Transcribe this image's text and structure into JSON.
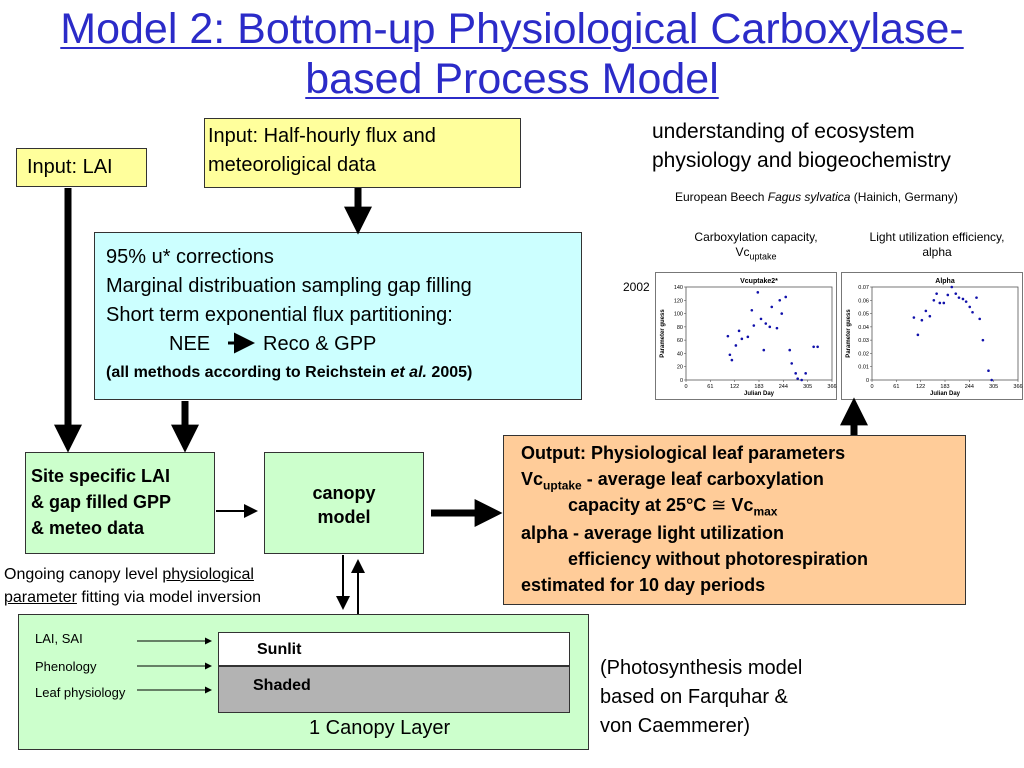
{
  "title_line1": "Model 2: Bottom-up Physiological Carboxylase-",
  "title_line2": "based Process Model",
  "understanding_line1": "understanding of ecosystem",
  "understanding_line2": "physiology and biogeochemistry",
  "input_lai": "Input: LAI",
  "input_flux_line1": "Input: Half-hourly flux and",
  "input_flux_line2": "meteoroligical data",
  "processing": {
    "line1": "95% u* corrections",
    "line2": "Marginal distribuation sampling gap filling",
    "line3": "Short term exponential flux partitioning:",
    "nee": "NEE",
    "reco": "Reco & GPP",
    "ref_prefix": "(all methods according to Reichstein",
    "ref_italic": "et al.",
    "ref_suffix": "2005)"
  },
  "site_line1": "Site specific LAI",
  "site_line2": "& gap filled GPP",
  "site_line3": "& meteo data",
  "canopy_line1": "canopy",
  "canopy_line2": "model",
  "output": {
    "line1": "Output: Physiological leaf parameters",
    "vc": "Vc",
    "vc_sub": "uptake",
    "vc_rest": " - average leaf carboxylation",
    "cap": "capacity at 25°C",
    "approx": "≅",
    "vc2": "Vc",
    "vc2_sub": "max",
    "alpha": "alpha - average light utilization",
    "eff": "efficiency without photorespiration",
    "est": "estimated for 10 day periods"
  },
  "ongoing_prefix": "Ongoing canopy level ",
  "ongoing_u1": "physiological",
  "ongoing_u2": "parameter",
  "ongoing_suffix": " fitting via model inversion",
  "inputs_list": [
    "LAI, SAI",
    "Phenology",
    "Leaf physiology"
  ],
  "sunlit": "Sunlit",
  "shaded": "Shaded",
  "canopy_layer": "1 Canopy Layer",
  "photo_line1": "(Photosynthesis model",
  "photo_line2": "based on Farquhar &",
  "photo_line3": "von Caemmerer)",
  "beech_prefix": "European Beech ",
  "beech_italic": "Fagus sylvatica",
  "beech_suffix": " (Hainich, Germany)",
  "col1_line1": "Carboxylation capacity,",
  "col1_vc": "Vc",
  "col1_sub": "uptake",
  "col2_line1": "Light utilization efficiency,",
  "col2_line2": "alpha",
  "year": "2002",
  "colors": {
    "title": "#2b2bc8",
    "yellow": "#ffff9c",
    "cyan": "#ccffff",
    "green": "#ccffcc",
    "orange": "#ffcc99",
    "shaded": "#b3b3b3",
    "points": "#1010aa"
  },
  "chart_data": [
    {
      "type": "scatter",
      "title": "Vcuptake2*",
      "xlabel": "Julian Day",
      "ylabel": "Parameter guess",
      "xlim": [
        0,
        366
      ],
      "ylim": [
        0,
        140
      ],
      "xticks": [
        "0",
        "61",
        "122",
        "183",
        "244",
        "305",
        "366"
      ],
      "yticks": [
        "0",
        "20",
        "40",
        "60",
        "80",
        "100",
        "120",
        "140"
      ],
      "x": [
        105,
        110,
        115,
        125,
        133,
        140,
        155,
        165,
        170,
        180,
        188,
        195,
        200,
        210,
        215,
        228,
        235,
        240,
        250,
        260,
        265,
        275,
        280,
        290,
        300,
        320,
        330
      ],
      "y": [
        66,
        38,
        30,
        52,
        74,
        62,
        65,
        105,
        82,
        132,
        92,
        45,
        85,
        80,
        110,
        78,
        120,
        100,
        125,
        45,
        25,
        10,
        2,
        0,
        10,
        50,
        50
      ]
    },
    {
      "type": "scatter",
      "title": "Alpha",
      "xlabel": "Julian Day",
      "ylabel": "Parameter guess",
      "xlim": [
        0,
        366
      ],
      "ylim": [
        0,
        0.07
      ],
      "xticks": [
        "0",
        "61",
        "122",
        "183",
        "244",
        "305",
        "366"
      ],
      "yticks": [
        "0",
        "0.01",
        "0.02",
        "0.03",
        "0.04",
        "0.05",
        "0.06",
        "0.07"
      ],
      "x": [
        105,
        115,
        125,
        135,
        145,
        155,
        162,
        170,
        180,
        190,
        200,
        210,
        218,
        228,
        236,
        245,
        252,
        262,
        270,
        278,
        292,
        300
      ],
      "y": [
        0.047,
        0.034,
        0.045,
        0.052,
        0.048,
        0.06,
        0.065,
        0.058,
        0.058,
        0.064,
        0.07,
        0.065,
        0.062,
        0.061,
        0.059,
        0.055,
        0.051,
        0.062,
        0.046,
        0.03,
        0.007,
        0.0
      ]
    }
  ]
}
